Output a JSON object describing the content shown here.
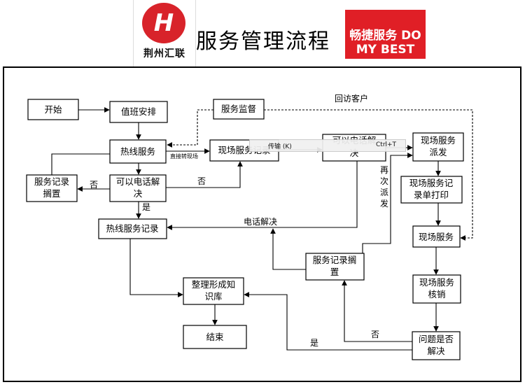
{
  "header": {
    "title": "服务管理流程",
    "logo_left_text": "荆州汇联",
    "logo_right_text": "畅捷服务 DO MY BEST"
  },
  "nodes": {
    "start": "开始",
    "duty": "值班安排",
    "supervision": "服务监督",
    "hotline": "热线服务",
    "onsite_record": "现场服务记录",
    "phone_resolve_top_1": "可以电话解",
    "phone_resolve_top_2": "决",
    "dispatch_1": "现场服务",
    "dispatch_2": "派发",
    "shelve_left_1": "服务记录",
    "shelve_left_2": "搁置",
    "phone_resolve_1": "可以电话解",
    "phone_resolve_2": "决",
    "print_1": "现场服务记",
    "print_2": "录单打印",
    "hotline_record": "热线服务记录",
    "onsite_service": "现场服务",
    "shelve_mid_1": "服务记录搁",
    "shelve_mid_2": "置",
    "knowledge_1": "整理形成知",
    "knowledge_2": "识库",
    "closeout_1": "现场服务",
    "closeout_2": "核销",
    "end": "结束",
    "resolved_1": "问题是否",
    "resolved_2": "解决"
  },
  "labels": {
    "revisit": "回访客户",
    "direct_onsite": "直接转现场",
    "no_left": "否",
    "no_right": "否",
    "yes_down": "是",
    "phone_resolved": "电话解决",
    "redispatch_1": "再",
    "redispatch_2": "次",
    "redispatch_3": "派",
    "redispatch_4": "发",
    "no_bottom": "否",
    "yes_bottom": "是"
  },
  "tooltip": {
    "left": "传输 (K)",
    "right": "Ctrl+T"
  }
}
